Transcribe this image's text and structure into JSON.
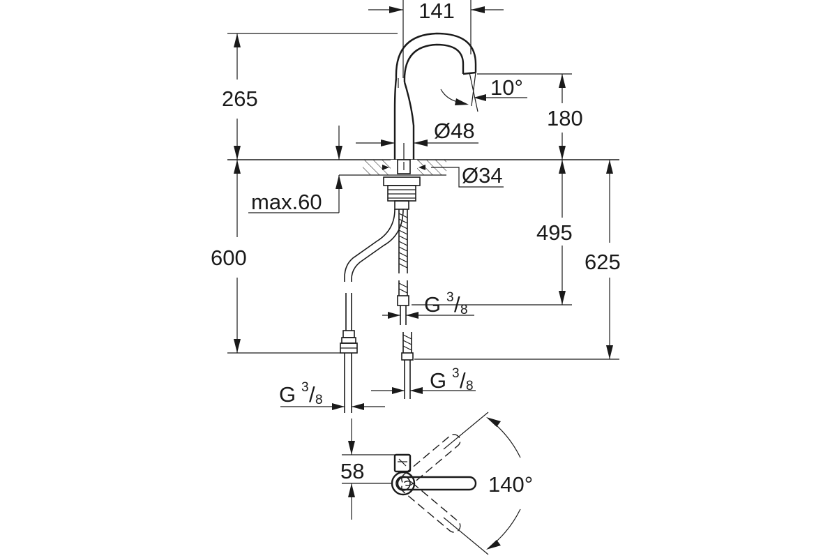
{
  "dimensions": {
    "spout_reach": "141",
    "height_above_deck": "265",
    "spout_angle": "10°",
    "body_diameter": "Ø48",
    "spout_height": "180",
    "hole_diameter": "Ø34",
    "max_deck_thickness": "max.60",
    "hose_length_left": "600",
    "hose_length_mid": "495",
    "hose_length_right": "625",
    "handle_offset": "58",
    "swivel_angle": "140°"
  },
  "connections": {
    "thread_g": "G",
    "thread_numerator": "3",
    "thread_slash": "/",
    "thread_denominator": "8"
  },
  "colors": {
    "line": "#1a1a1a",
    "background": "#ffffff"
  }
}
